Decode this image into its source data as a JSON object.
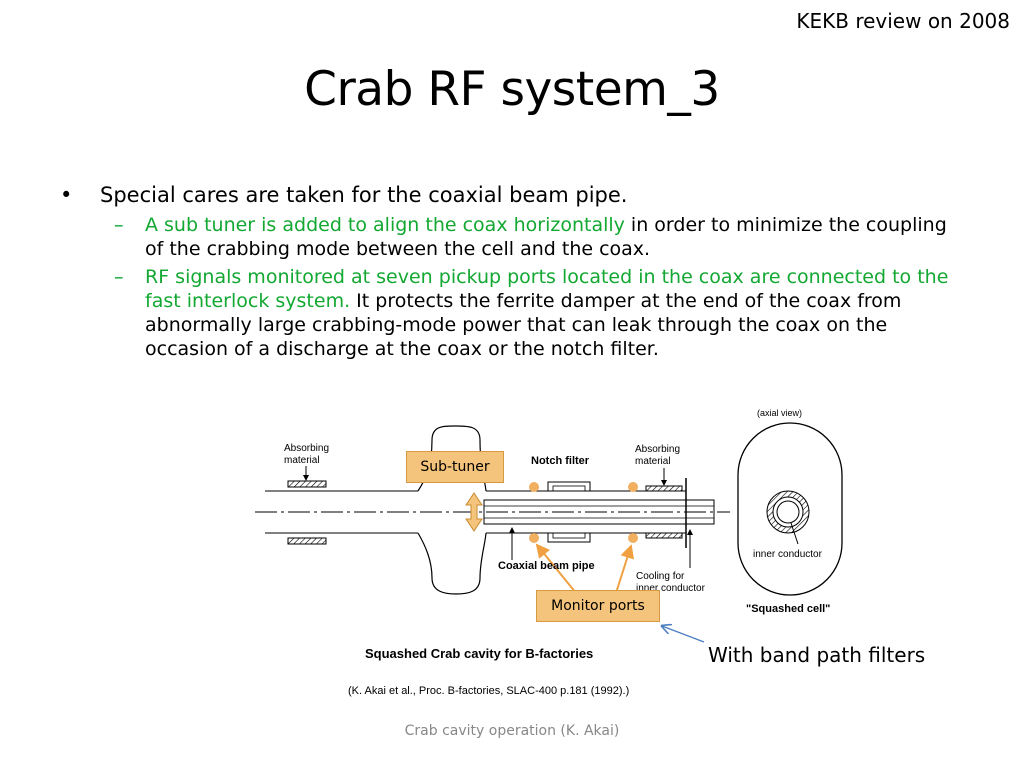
{
  "header": {
    "review_note": "KEKB review on 2008"
  },
  "slide": {
    "title": "Crab RF system_3",
    "bullet": {
      "marker": "•",
      "text": "Special cares are taken for the coaxial beam pipe."
    },
    "subbullets": [
      {
        "marker": "–",
        "highlight": "A sub tuner is added to align the coax horizontally",
        "rest": " in order to minimize the coupling of the crabbing mode between the cell and the coax."
      },
      {
        "marker": "–",
        "highlight": "RF signals monitored at seven pickup ports located in the coax are connected to the fast interlock system.",
        "rest": " It protects the ferrite damper at the end of the coax from abnormally large crabbing-mode power that can leak through the coax on the occasion of a discharge at the coax or the notch filter."
      }
    ]
  },
  "diagram": {
    "labels": {
      "absorbing_left_1": "Absorbing",
      "absorbing_left_2": "material",
      "absorbing_right_1": "Absorbing",
      "absorbing_right_2": "material",
      "notch_filter": "Notch filter",
      "coaxial_beam_pipe": "Coaxial beam pipe",
      "cooling_1": "Cooling for",
      "cooling_2": "inner conductor",
      "axial_view": "(axial view)",
      "inner_conductor": "inner conductor",
      "squashed_cell": "\"Squashed cell\"",
      "caption": "Squashed Crab cavity for B-factories",
      "reference": "(K. Akai et al., Proc. B-factories, SLAC-400 p.181 (1992).)"
    },
    "callouts": {
      "sub_tuner": "Sub-tuner",
      "monitor_ports": "Monitor ports"
    },
    "note": "With band path filters",
    "colors": {
      "highlight_green": "#13a832",
      "callout_fill": "#f5c47c",
      "port_dot": "#f0b060",
      "arrow_blue": "#4a7ec0"
    }
  },
  "footer": {
    "text": "Crab cavity operation (K. Akai)"
  }
}
